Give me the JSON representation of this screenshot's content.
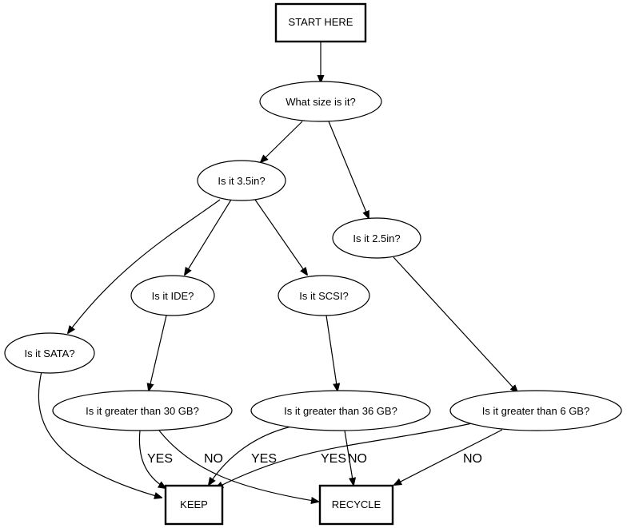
{
  "nodes": {
    "start": "START HERE",
    "size": "What size is it?",
    "in35": "Is it 3.5in?",
    "in25": "Is it 2.5in?",
    "sata": "Is it SATA?",
    "ide": "Is it IDE?",
    "scsi": "Is it SCSI?",
    "gt30": "Is it greater than 30 GB?",
    "gt36": "Is it greater than 36 GB?",
    "gt6": "Is it greater than 6 GB?",
    "keep": "KEEP",
    "recycle": "RECYCLE"
  },
  "edge_labels": {
    "gt30_yes": "YES",
    "gt30_no": "NO",
    "gt36_yes_keep": "YES",
    "gt36_yes_recycle": "YES",
    "gt36_no": "NO",
    "gt6_no": "NO"
  }
}
